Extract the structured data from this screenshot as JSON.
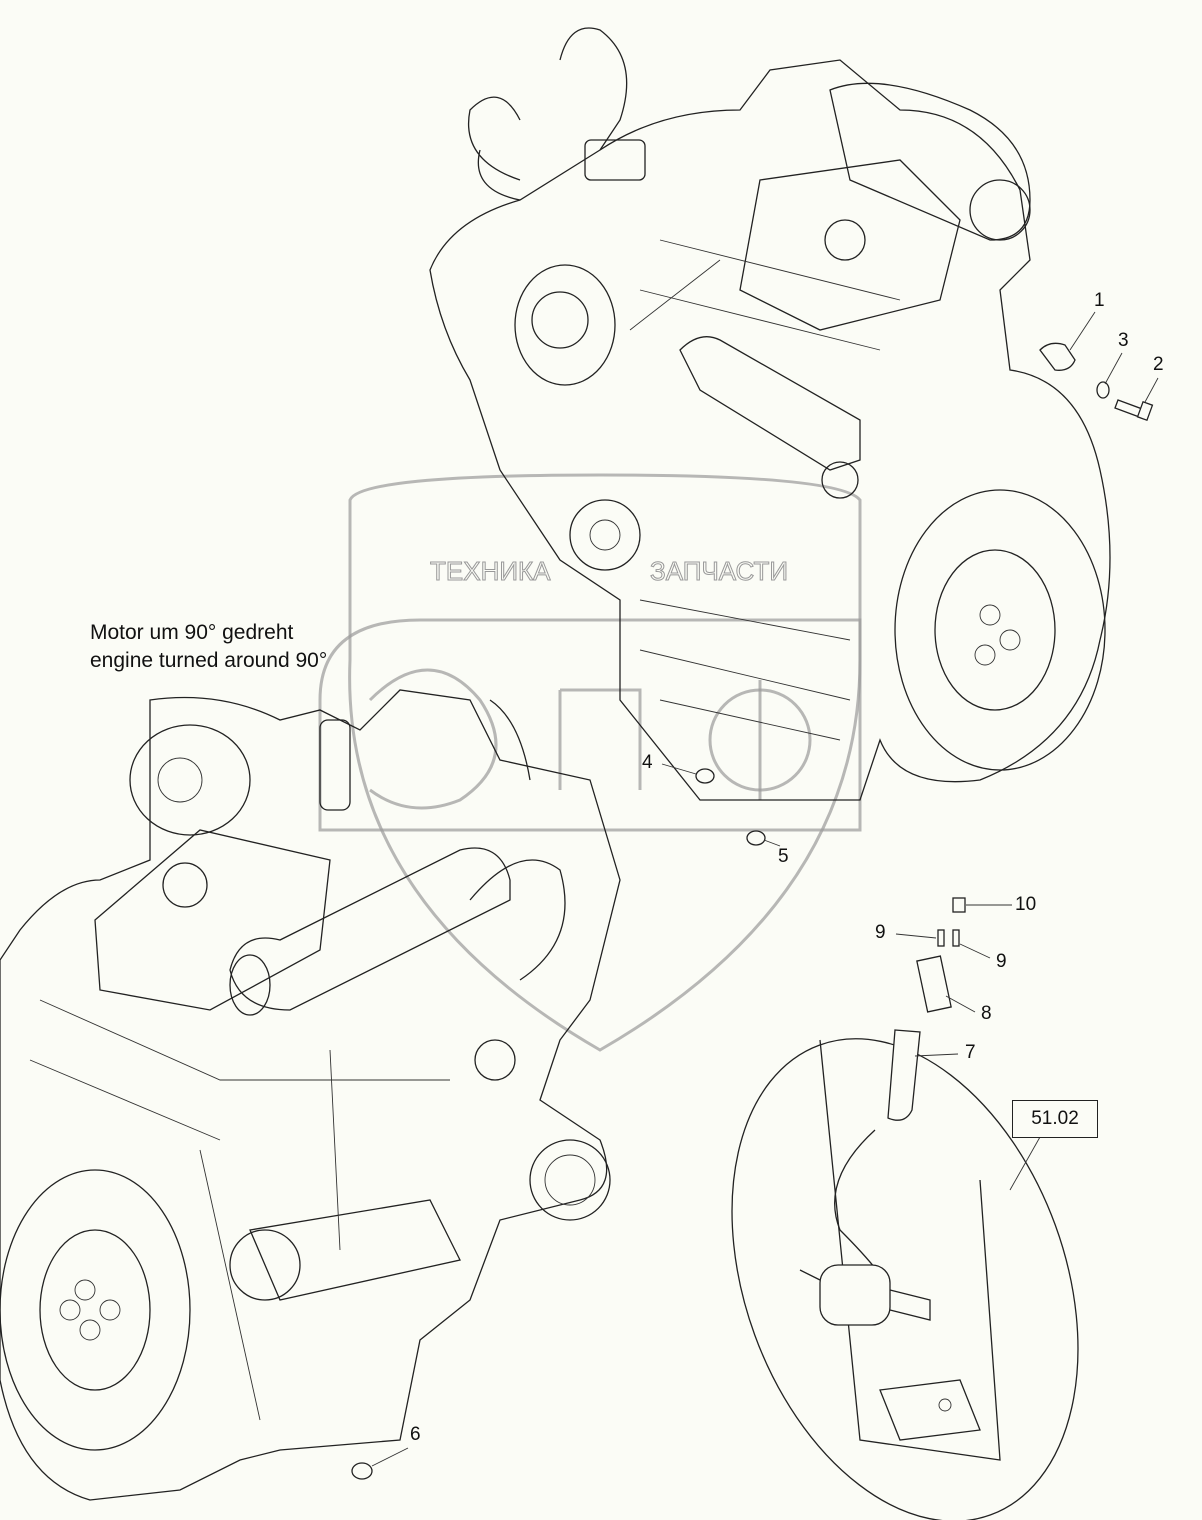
{
  "note": {
    "line1": "Motor um 90° gedreht",
    "line2": "engine turned around 90°"
  },
  "callouts": {
    "c1": "1",
    "c2": "2",
    "c3": "3",
    "c4": "4",
    "c5": "5",
    "c6": "6",
    "c7": "7",
    "c8": "8",
    "c9a": "9",
    "c9b": "9",
    "c10": "10"
  },
  "reference": "51.02",
  "watermark": {
    "text": "ТЕХНИКА ЗАПЧАСТИ",
    "logo": "ЭПФ"
  }
}
